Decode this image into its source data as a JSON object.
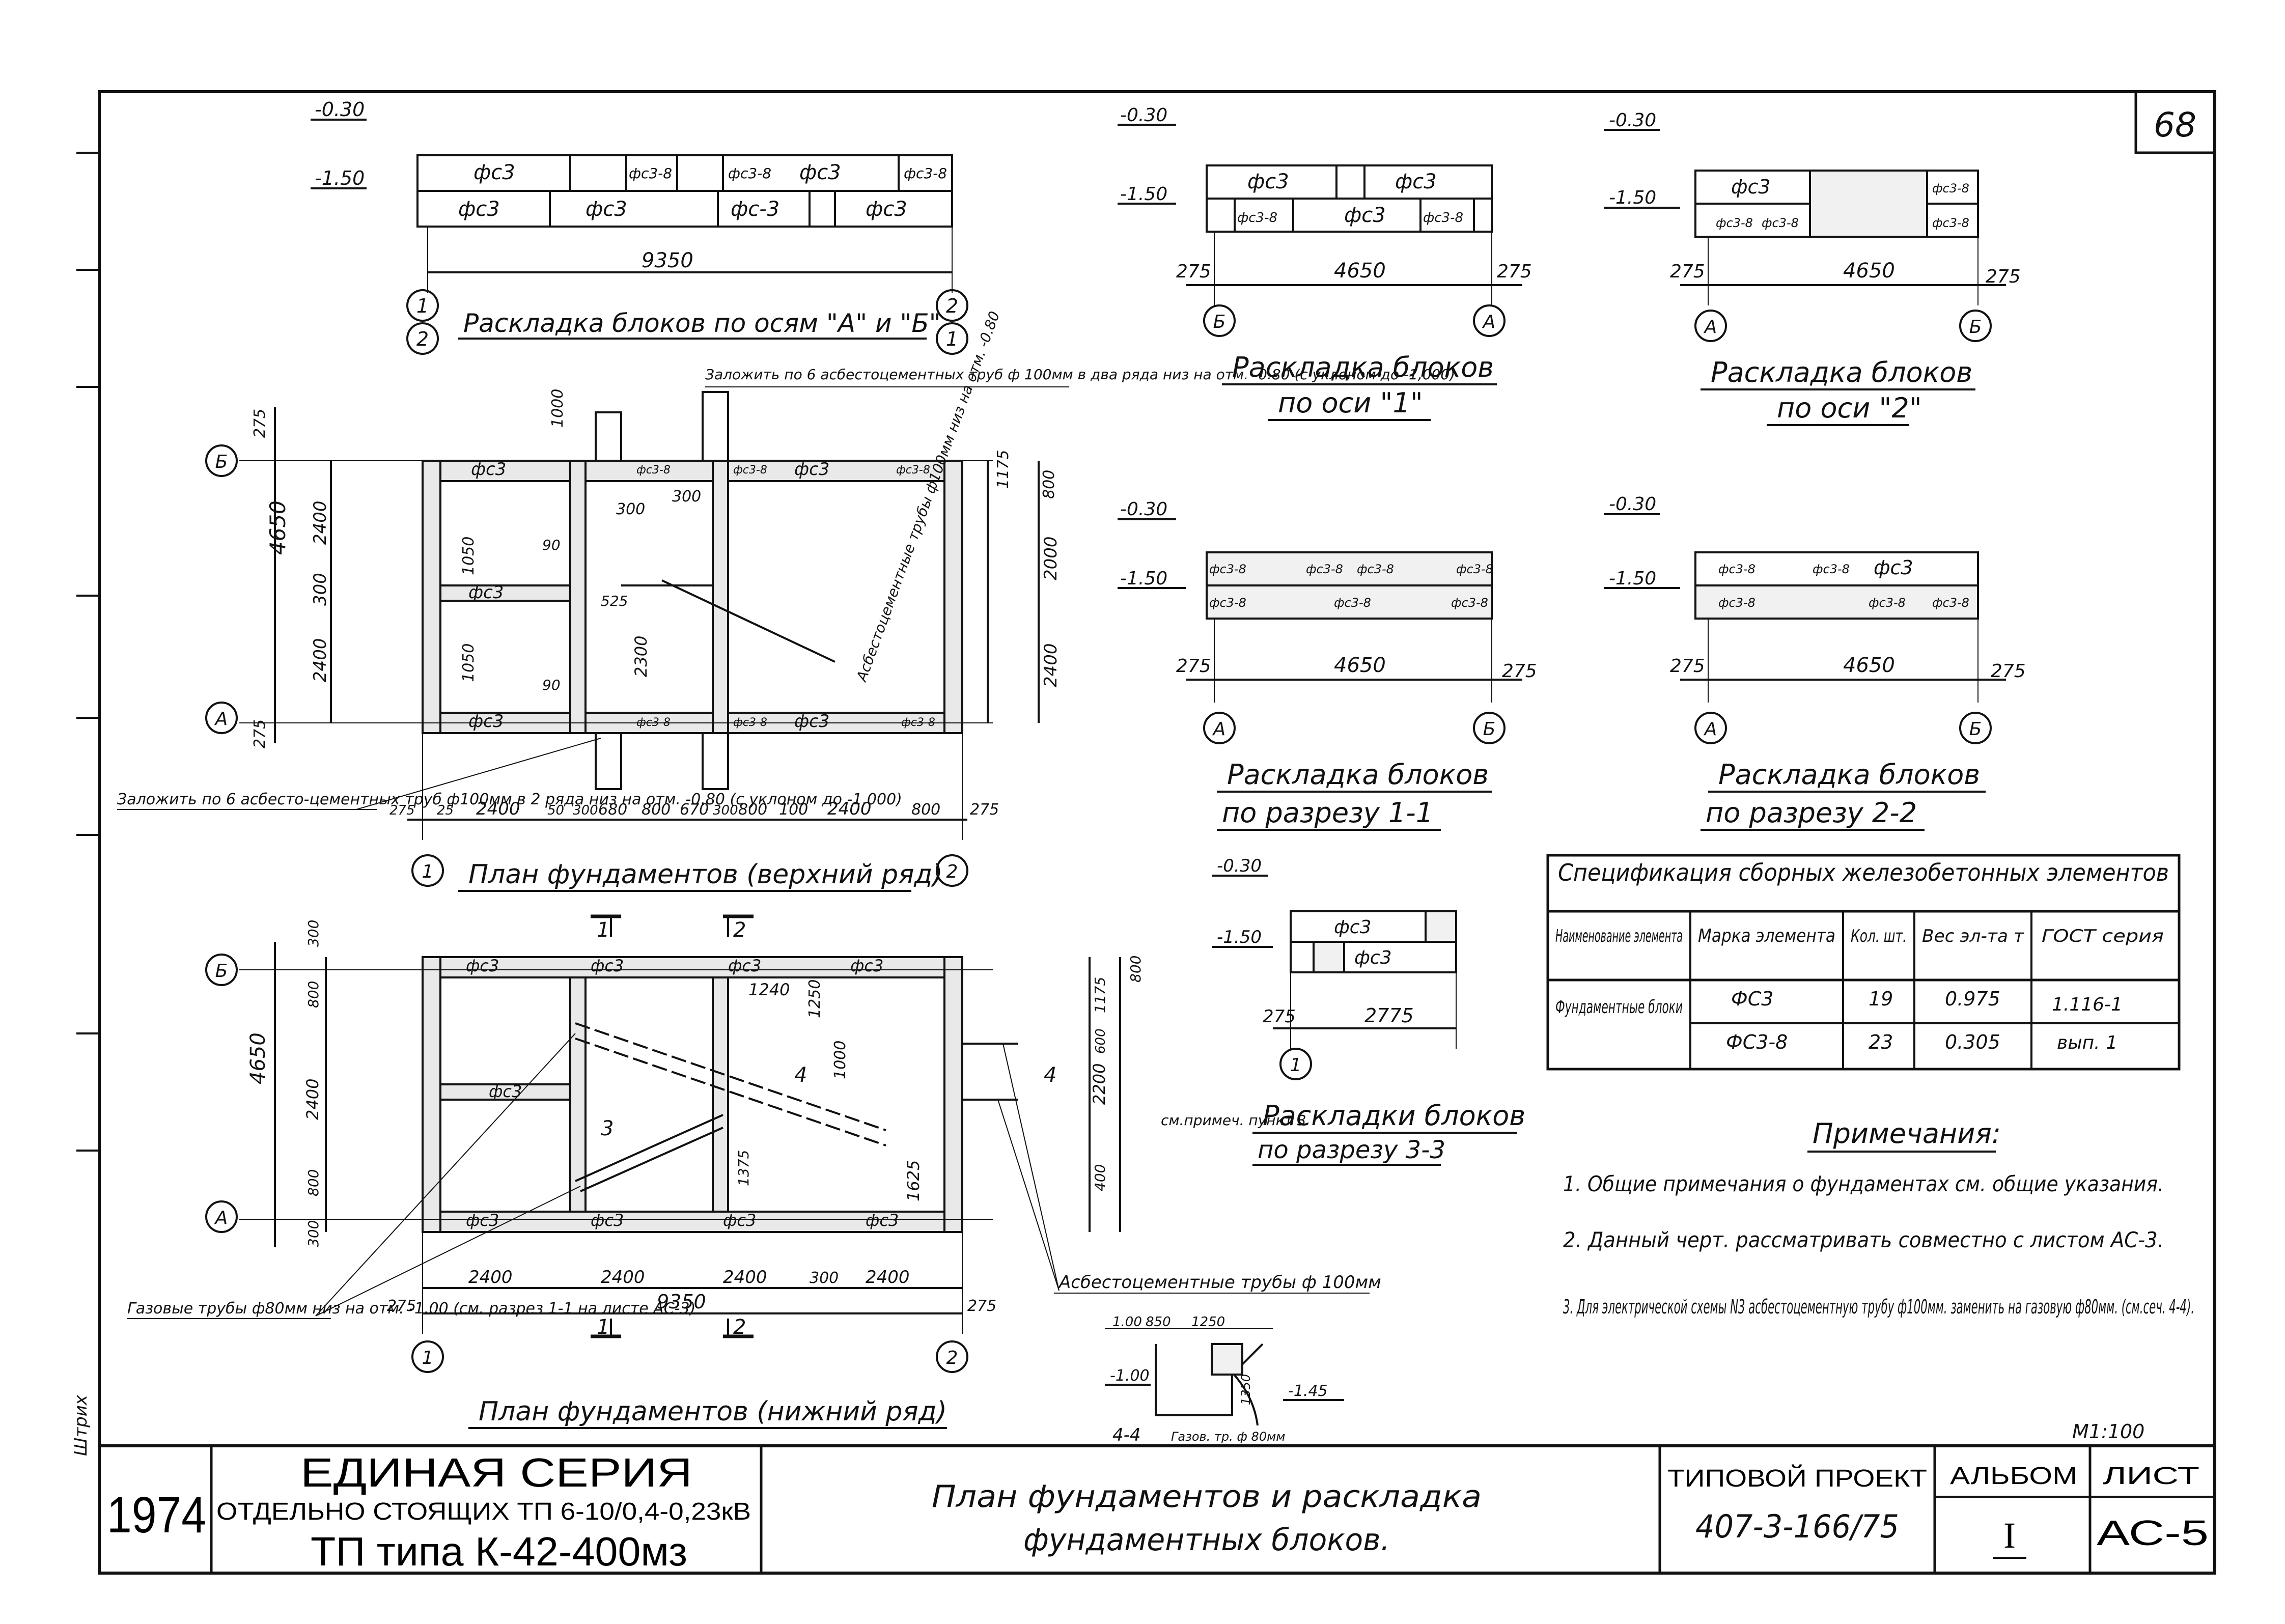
{
  "sheet_number": "68",
  "side_stamp": "Штрих",
  "elevations": {
    "m030": "-0.30",
    "m150": "-1.50",
    "m100": "-1.00",
    "m145": "-1.45",
    "m100b": "1.00"
  },
  "block_labels": {
    "fs3": "фс3",
    "fs3_8": "фс3-8",
    "fs_3": "фс-3"
  },
  "axes": {
    "one": "1",
    "two": "2",
    "a": "А",
    "b": "Б"
  },
  "layout_top": {
    "title": "Раскладка блоков по осям \"А\" и \"Б\"",
    "dim_total": "9350"
  },
  "layout_axis1": {
    "title_line1": "Раскладка блоков",
    "title_line2": "по оси \"1\"",
    "dim": "4650",
    "dim_side": "275"
  },
  "layout_axis2": {
    "title_line1": "Раскладка блоков",
    "title_line2": "по оси \"2\"",
    "dim": "4650",
    "dim_side": "275"
  },
  "section_11": {
    "title_line1": "Раскладка блоков",
    "title_line2": "по разрезу 1-1",
    "dim": "4650",
    "dim_side": "275"
  },
  "section_22": {
    "title_line1": "Раскладка блоков",
    "title_line2": "по разрезу 2-2",
    "dim": "4650",
    "dim_side": "275"
  },
  "section_33": {
    "title_line1": "Раскладки блоков",
    "title_line2": "по разрезу 3-3",
    "dim": "2775",
    "dim_side": "275",
    "note": "см.примеч. пункт 3"
  },
  "plan_upper": {
    "title": "План фундаментов (верхний ряд)",
    "note_top": "Заложить по 6 асбестоцементных труб ф 100мм в два ряда низ на отм. -0.80 (с уклоном до -1,000)",
    "note_left": "Заложить по 6 асбесто-цементных труб ф100мм в 2 ряда низ на отм. -0.80 (с уклоном до -1,000)",
    "note_pipes": "Асбестоцементные трубы ф100мм низ на отм. -0.80",
    "dims_bottom": [
      "275",
      "25",
      "2400",
      "50",
      "300",
      "680",
      "800",
      "670",
      "300",
      "800",
      "100",
      "2400",
      "800",
      "275"
    ],
    "dims_left": [
      "275",
      "2400",
      "300",
      "2400",
      "275"
    ],
    "dims_misc": [
      "4650",
      "1000",
      "300",
      "300",
      "1050",
      "1050",
      "90",
      "90",
      "525",
      "2300",
      "2000",
      "2400",
      "800",
      "1175"
    ]
  },
  "plan_lower": {
    "title": "План фундаментов (нижний ряд)",
    "note_gas": "Газовые трубы ф80мм низ на отм. -1.00 (см. разрез 1-1 на листе АС-3)",
    "note_asb": "Асбестоцементные трубы ф 100мм",
    "dims_bottom": [
      "2400",
      "2400",
      "2400",
      "300",
      "2400"
    ],
    "dim_total": "9350",
    "dim_side": "275",
    "dims_misc": [
      "300",
      "800",
      "2400",
      "800",
      "300",
      "4650",
      "1240",
      "1250",
      "1000",
      "1625",
      "1375",
      "2200",
      "1175",
      "800",
      "600",
      "400"
    ],
    "section_marks": [
      "1",
      "2",
      "3",
      "4",
      "4"
    ]
  },
  "section_44": {
    "label": "4-4",
    "dims": [
      "850",
      "1250",
      "1.00",
      "1350"
    ],
    "note": "Газов. тр. ф 80мм"
  },
  "spec_table": {
    "title": "Спецификация сборных железобетонных элементов",
    "headers": [
      "Наименование элемента",
      "Марка элемента",
      "Кол. шт.",
      "Вес эл-та т",
      "ГОСТ серия"
    ],
    "rows": [
      [
        "Фундаментные блоки",
        "ФС3",
        "19",
        "0.975",
        "1.116-1"
      ],
      [
        "",
        "ФС3-8",
        "23",
        "0.305",
        "вып. 1"
      ]
    ]
  },
  "notes": {
    "title": "Примечания:",
    "items": [
      "1. Общие примечания о фундаментах см. общие указания.",
      "2. Данный черт. рассматривать совместно с листом АС-3.",
      "3. Для электрической схемы N3 асбестоцементную трубу ф100мм. заменить на газовую ф80мм. (см.сеч. 4-4)."
    ]
  },
  "scale": "М1:100",
  "title_block": {
    "year": "1974",
    "series_title": "ЕДИНАЯ СЕРИЯ",
    "series_sub": "ОТДЕЛЬНО СТОЯЩИХ ТП 6-10/0,4-0,23кВ",
    "tp_type": "ТП типа К-42-400мз",
    "drawing_title_line1": "План фундаментов и раскладка",
    "drawing_title_line2": "фундаментных блоков.",
    "project_label": "ТИПОВОЙ ПРОЕКТ",
    "project_no": "407-3-166/75",
    "album_label": "АЛЬБОМ",
    "album_no": "I",
    "sheet_label": "ЛИСТ",
    "sheet_no": "АС-5"
  }
}
